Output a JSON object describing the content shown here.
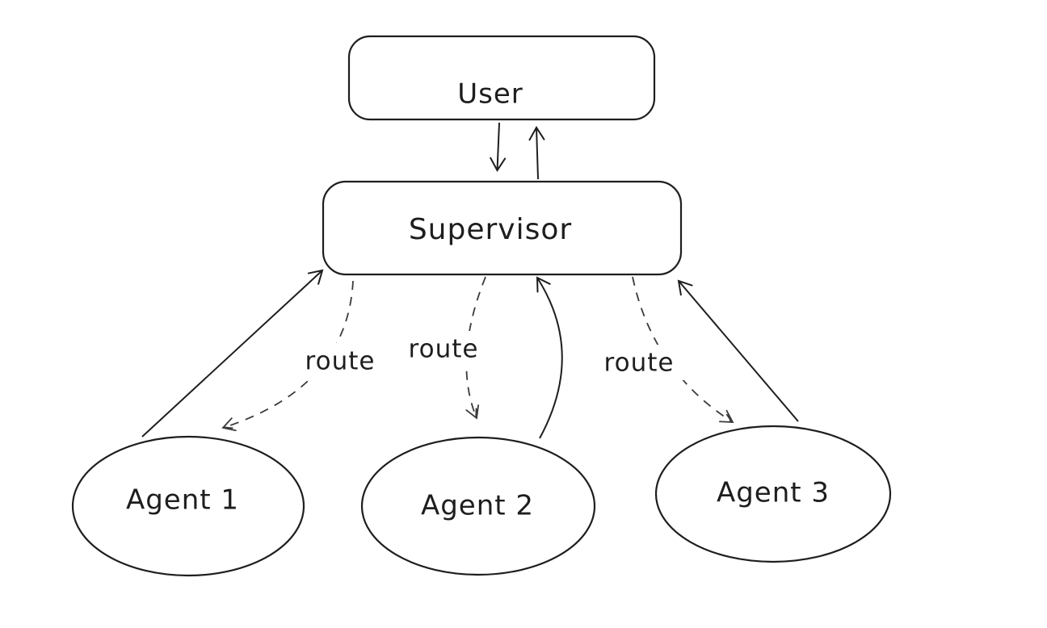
{
  "canvas": {
    "background_color": "#ffffff",
    "stroke_color": "#1e1e1e",
    "style": "hand-drawn"
  },
  "labels": {
    "user": "User",
    "supervisor": "Supervisor",
    "agent_1": "Agent 1",
    "agent_2": "Agent 2",
    "agent_3": "Agent 3",
    "route_1": "route",
    "route_2": "route",
    "route_3": "route"
  },
  "nodes": [
    {
      "id": "user",
      "label": "User",
      "shape": "rounded-rectangle"
    },
    {
      "id": "supervisor",
      "label": "Supervisor",
      "shape": "rounded-rectangle"
    },
    {
      "id": "agent_1",
      "label": "Agent 1",
      "shape": "ellipse"
    },
    {
      "id": "agent_2",
      "label": "Agent 2",
      "shape": "ellipse"
    },
    {
      "id": "agent_3",
      "label": "Agent 3",
      "shape": "ellipse"
    }
  ],
  "edges": [
    {
      "from": "User",
      "to": "Supervisor",
      "style": "solid",
      "label": ""
    },
    {
      "from": "Supervisor",
      "to": "User",
      "style": "solid",
      "label": ""
    },
    {
      "from": "Supervisor",
      "to": "Agent 1",
      "style": "dashed",
      "label": "route"
    },
    {
      "from": "Agent 1",
      "to": "Supervisor",
      "style": "solid",
      "label": ""
    },
    {
      "from": "Supervisor",
      "to": "Agent 2",
      "style": "dashed",
      "label": "route"
    },
    {
      "from": "Agent 2",
      "to": "Supervisor",
      "style": "solid",
      "label": ""
    },
    {
      "from": "Supervisor",
      "to": "Agent 3",
      "style": "dashed",
      "label": "route"
    },
    {
      "from": "Agent 3",
      "to": "Supervisor",
      "style": "solid",
      "label": ""
    }
  ]
}
